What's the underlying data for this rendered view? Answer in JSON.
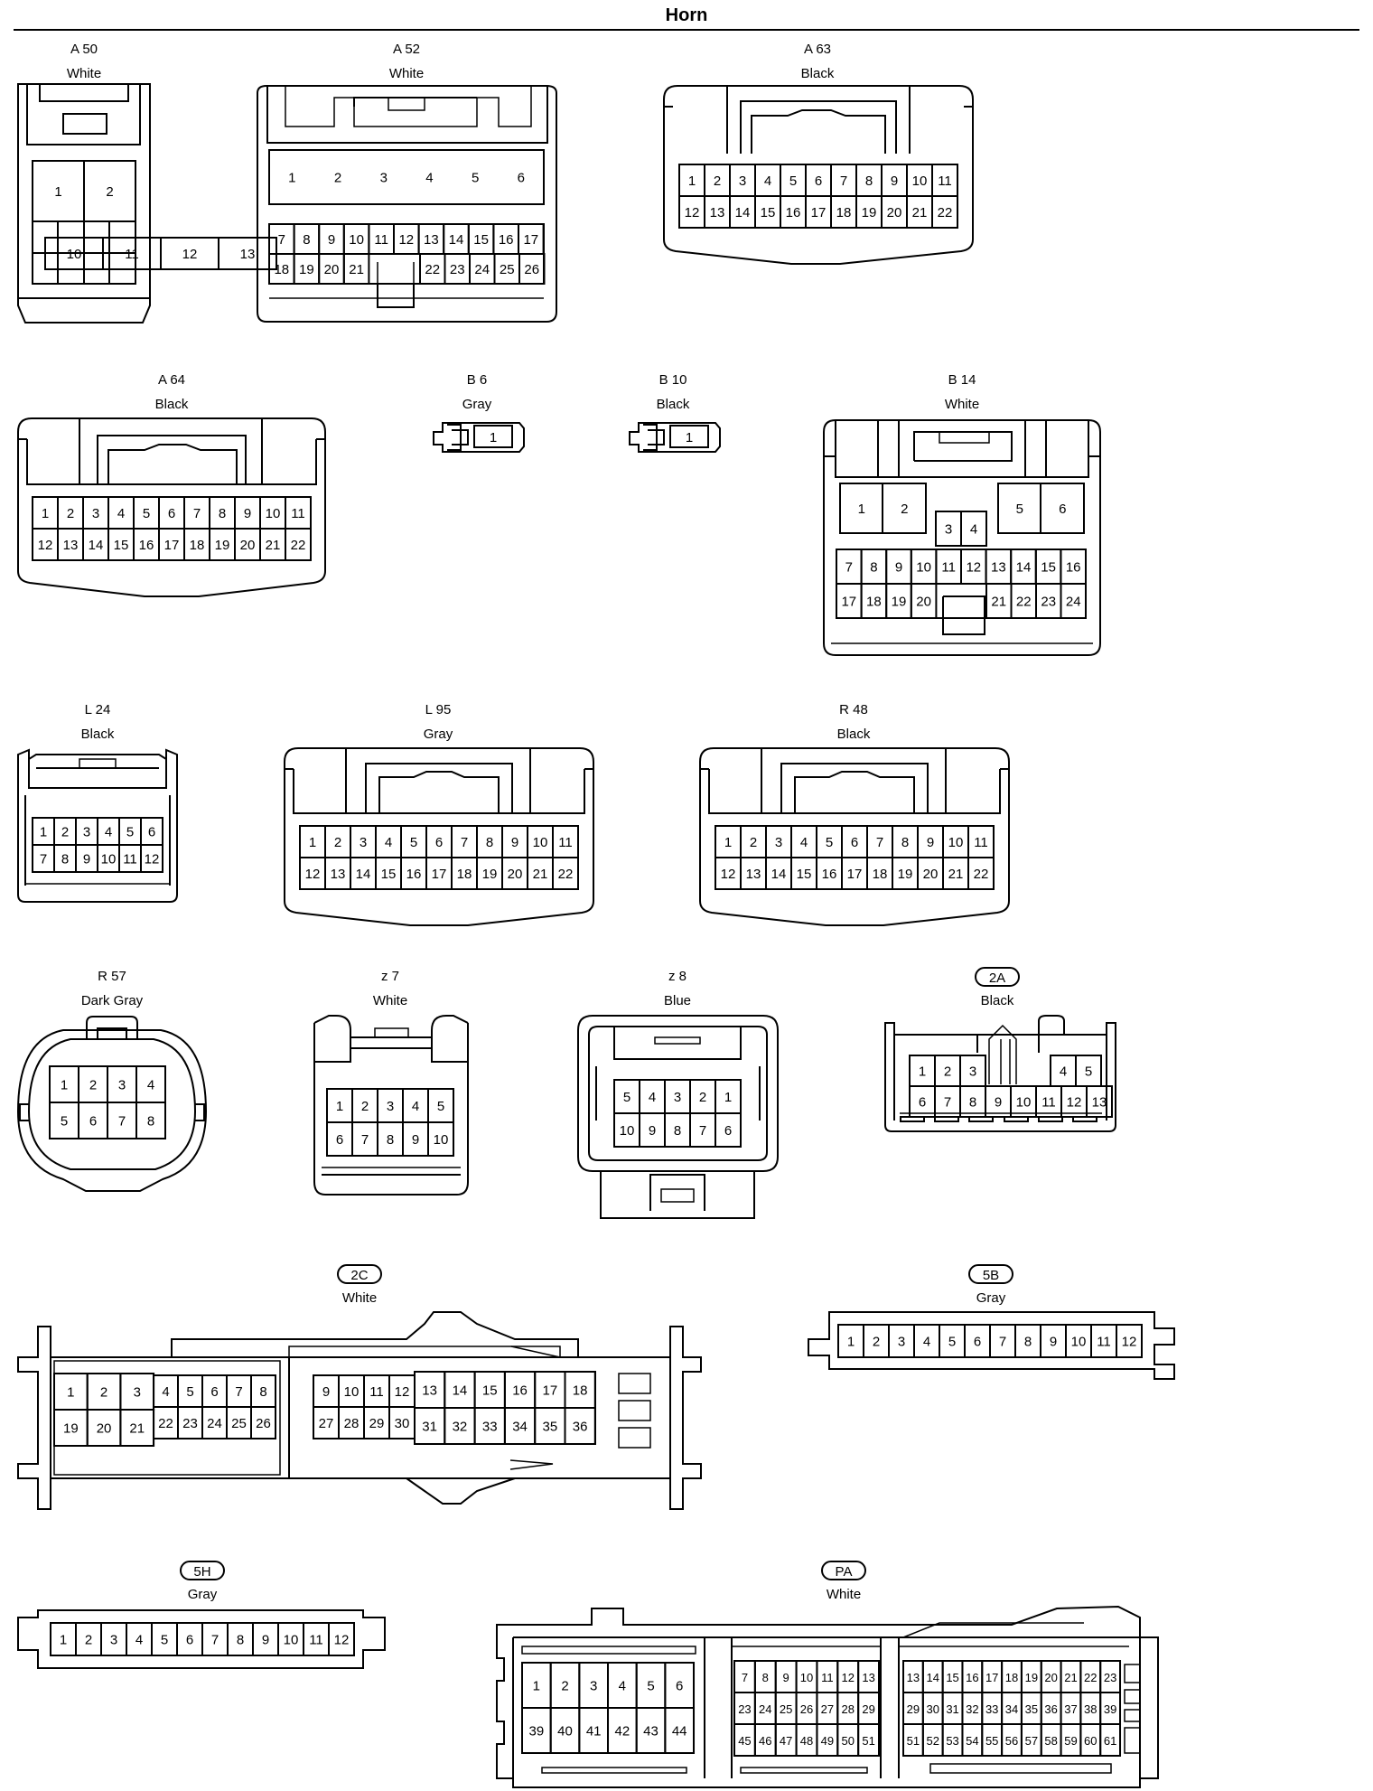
{
  "page": {
    "title": "Horn"
  },
  "connectors": {
    "a50": {
      "id": "A 50",
      "color": "White"
    },
    "a52": {
      "id": "A 52",
      "color": "White"
    },
    "a63": {
      "id": "A 63",
      "color": "Black"
    },
    "a64": {
      "id": "A 64",
      "color": "Black"
    },
    "b6": {
      "id": "B 6",
      "color": "Gray"
    },
    "b10": {
      "id": "B 10",
      "color": "Black"
    },
    "b14": {
      "id": "B 14",
      "color": "White"
    },
    "l24": {
      "id": "L 24",
      "color": "Black"
    },
    "l95": {
      "id": "L 95",
      "color": "Gray"
    },
    "r48": {
      "id": "R 48",
      "color": "Black"
    },
    "r57": {
      "id": "R 57",
      "color": "Dark Gray"
    },
    "z7": {
      "id": "z 7",
      "color": "White"
    },
    "z8": {
      "id": "z 8",
      "color": "Blue"
    },
    "c2a": {
      "id": "2A",
      "color": "Black"
    },
    "c2c": {
      "id": "2C",
      "color": "White"
    },
    "c5b": {
      "id": "5B",
      "color": "Gray"
    },
    "c5h": {
      "id": "5H",
      "color": "Gray"
    },
    "cpa": {
      "id": "PA",
      "color": "White"
    }
  }
}
